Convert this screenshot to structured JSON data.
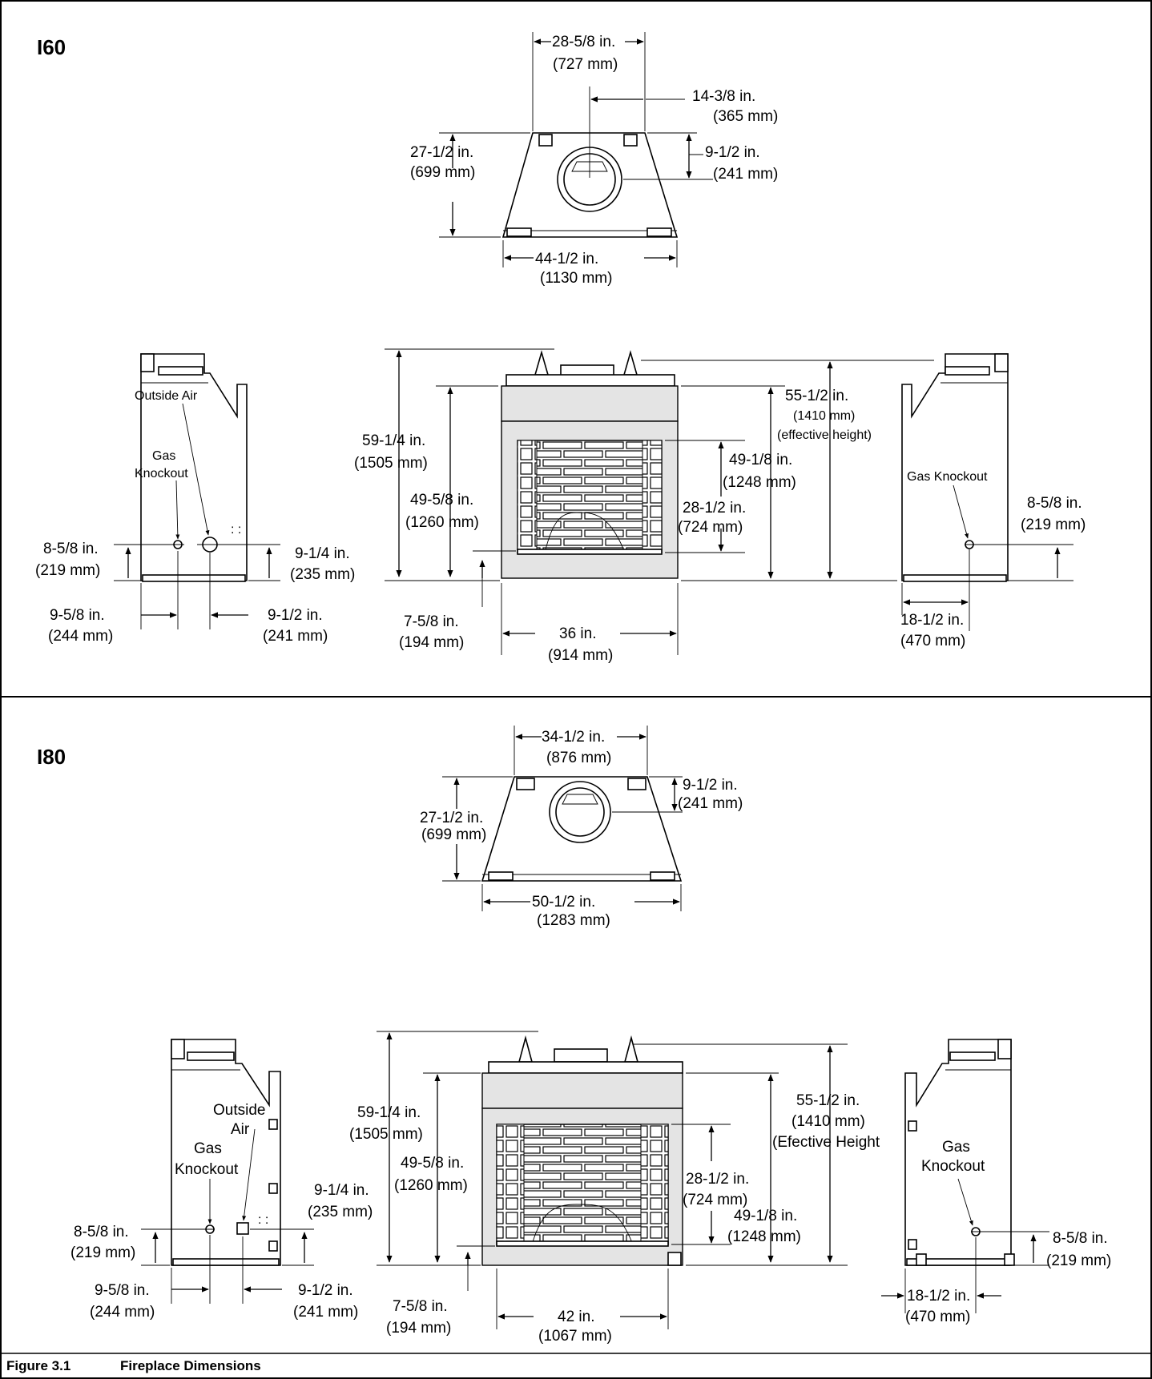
{
  "figure": {
    "number": "Figure 3.1",
    "title": "Fireplace Dimensions"
  },
  "models": [
    {
      "name": "I60",
      "top_view": {
        "width": "28-5/8 in.",
        "width_mm": "(727 mm)",
        "center": "14-3/8 in.",
        "center_mm": "(365 mm)",
        "depth": "27-1/2 in.",
        "depth_mm": "(699 mm)",
        "flue_offset": "9-1/2 in.",
        "flue_offset_mm": "(241 mm)",
        "base_width": "44-1/2 in.",
        "base_width_mm": "(1130 mm)"
      },
      "left_view": {
        "outside_air": "Outside Air",
        "gas_knockout_1": "Gas",
        "gas_knockout_2": "Knockout",
        "gas_height": "8-5/8 in.",
        "gas_height_mm": "(219 mm)",
        "air_height": "9-1/4 in.",
        "air_height_mm": "(235 mm)",
        "gas_offset": "9-5/8 in.",
        "gas_offset_mm": "(244 mm)",
        "air_offset": "9-1/2 in.",
        "air_offset_mm": "(241 mm)"
      },
      "front_view": {
        "overall": "59-1/4 in.",
        "overall_mm": "(1505 mm)",
        "top": "49-5/8 in.",
        "top_mm": "(1260 mm)",
        "opening_top": "49-1/8 in.",
        "opening_top_mm": "(1248 mm)",
        "opening": "28-1/2 in.",
        "opening_mm": "(724 mm)",
        "effective": "55-1/2 in.",
        "effective_mm": "(1410 mm)",
        "effective_note": "(effective height)",
        "hearth": "7-5/8 in.",
        "hearth_mm": "(194 mm)",
        "width": "36 in.",
        "width_mm": "(914 mm)"
      },
      "right_view": {
        "gas_knockout": "Gas Knockout",
        "gas_height": "8-5/8 in.",
        "gas_height_mm": "(219 mm)",
        "depth": "18-1/2 in.",
        "depth_mm": "(470 mm)"
      }
    },
    {
      "name": "I80",
      "top_view": {
        "width": "34-1/2 in.",
        "width_mm": "(876 mm)",
        "depth": "27-1/2 in.",
        "depth_mm": "(699 mm)",
        "flue_offset": "9-1/2 in.",
        "flue_offset_mm": "(241 mm)",
        "base_width": "50-1/2 in.",
        "base_width_mm": "(1283 mm)"
      },
      "left_view": {
        "outside_air_1": "Outside",
        "outside_air_2": "Air",
        "gas_knockout_1": "Gas",
        "gas_knockout_2": "Knockout",
        "gas_height": "8-5/8 in.",
        "gas_height_mm": "(219 mm)",
        "air_height": "9-1/4 in.",
        "air_height_mm": "(235 mm)",
        "gas_offset": "9-5/8 in.",
        "gas_offset_mm": "(244 mm)",
        "air_offset": "9-1/2 in.",
        "air_offset_mm": "(241 mm)"
      },
      "front_view": {
        "overall": "59-1/4 in.",
        "overall_mm": "(1505 mm)",
        "top": "49-5/8 in.",
        "top_mm": "(1260 mm)",
        "opening": "28-1/2 in.",
        "opening_mm": "(724 mm)",
        "opening_top": "49-1/8 in.",
        "opening_top_mm": "(1248 mm)",
        "effective": "55-1/2 in.",
        "effective_mm": "(1410 mm)",
        "effective_note": "(Efective Height",
        "hearth": "7-5/8 in.",
        "hearth_mm": "(194 mm)",
        "width": "42 in.",
        "width_mm": "(1067 mm)"
      },
      "right_view": {
        "gas_knockout_1": "Gas",
        "gas_knockout_2": "Knockout",
        "gas_height": "8-5/8 in.",
        "gas_height_mm": "(219 mm)",
        "depth": "18-1/2 in.",
        "depth_mm": "(470 mm)"
      }
    }
  ]
}
